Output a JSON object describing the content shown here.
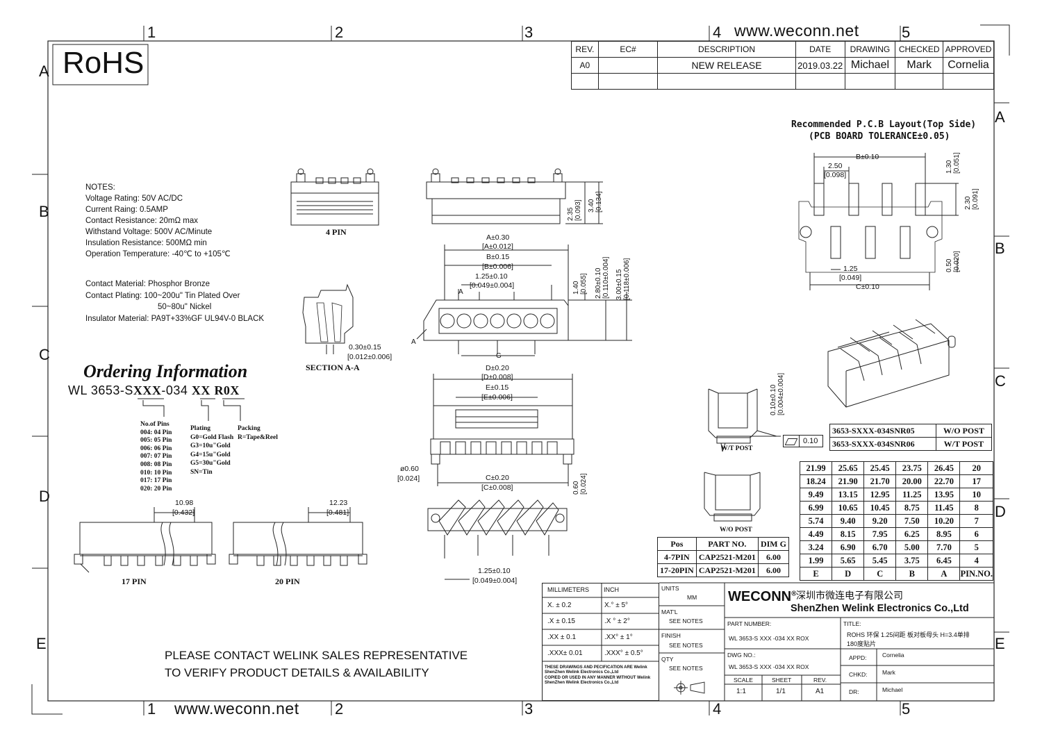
{
  "website": "www.weconn.net",
  "grid": {
    "cols": [
      "1",
      "2",
      "3",
      "4",
      "5"
    ],
    "rows": [
      "A",
      "B",
      "C",
      "D",
      "E"
    ]
  },
  "rohs_label": "RoHS",
  "revision_table": {
    "headers": [
      "REV.",
      "EC#",
      "DESCRIPTION",
      "DATE",
      "DRAWING",
      "CHECKED",
      "APPROVED"
    ],
    "row": [
      "A0",
      "",
      "NEW RELEASE",
      "2019.03.22",
      "Michael",
      "Mark",
      "Cornelia"
    ]
  },
  "notes": {
    "title": "NOTES:",
    "lines": [
      "Voltage Rating: 50V AC/DC",
      "Current Raing: 0.5AMP",
      "Contact Resistance: 20mΩ max",
      "Withstand Voltage: 500V AC/Minute",
      "Insulation Resistance: 500MΩ min",
      "Operation Temperature: -40℃ to +105℃"
    ],
    "material_lines": [
      "Contact Material: Phosphor Bronze",
      "Contact Plating: 100~200u\" Tin Plated Over",
      "50~80u\" Nickel",
      "Insulator Material: PA9T+33%GF UL94V-0 BLACK"
    ]
  },
  "ordering": {
    "title": "Ordering Information",
    "code": "WL 3653-SXXX-034 XX R0X",
    "code_parts": [
      "WL 3653-S",
      "XXX",
      "-034 ",
      "XX",
      " ",
      "R0X"
    ],
    "no_of_pins_title": "No.of Pins",
    "pins": [
      "004: 04 Pin",
      "005: 05 Pin",
      "006: 06 Pin",
      "007: 07 Pin",
      "008: 08 Pin",
      "010: 10 Pin",
      "017: 17 Pin",
      "020: 20 Pin"
    ],
    "plating_title": "Plating",
    "plating": [
      "G0=Gold Flash",
      "G3=10u\"Gold",
      "G4=15u\"Gold",
      "G5=30u\"Gold",
      "SN=Tin"
    ],
    "packing_title": "Packing",
    "packing": [
      "R=Tape&Reel"
    ]
  },
  "views": {
    "four_pin": "4 PIN",
    "seventeen_pin": "17 PIN",
    "twenty_pin": "20 PIN",
    "section": "SECTION A-A",
    "wt_post": "W/T POST",
    "wo_post": "W/O POST",
    "section_marker": "A"
  },
  "dimensions": {
    "d_2_35": "2.35",
    "d_2_35_in": "[0.093]",
    "d_3_40": "3.40",
    "d_3_40_in": "[0.134]",
    "a": "A±0.30",
    "a_in": "[A±0.012]",
    "b": "B±0.15",
    "b_in": "[B±0.006]",
    "p125": "1.25±0.10",
    "p125_in": "[0.049±0.004]",
    "d_1_40": "1.40",
    "d_1_40_in": "[0.055]",
    "d_2_80": "2.80±0.10",
    "d_2_80_in": "[0.110±0.004]",
    "d_3_00": "3.00±0.15",
    "d_3_00_in": "[0.118±0.006]",
    "g": "G",
    "d_0_30": "0.30±0.15",
    "d_0_30_in": "[0.012±0.006]",
    "d": "D±0.20",
    "d_in": "[D±0.008]",
    "e": "E±0.15",
    "e_in": "[E±0.006]",
    "c": "C±0.20",
    "c_in": "[C±0.008]",
    "phi_060": "ø0.60",
    "phi_060_in": "[0.024]",
    "d_0_60": "0.60",
    "d_0_60_in": "[0.024]",
    "d_10_98": "10.98",
    "d_10_98_in": "[0.432]",
    "d_12_23": "12.23",
    "d_12_23_in": "[0.481]",
    "p125_bottom": "1.25±0.10",
    "p125_bottom_in": "[0.049±0.004]",
    "d_0_10": "0.10±0.10",
    "d_0_10_in": "[0.004±0.004]",
    "flatness": "0.10"
  },
  "pcb": {
    "title1": "Recommended P.C.B Layout(Top Side)",
    "title2": "(PCB BOARD TOLERANCE±0.05)",
    "b": "B±0.10",
    "d_2_50": "2.50",
    "d_2_50_in": "[0.098]",
    "d_1_30": "1.30",
    "d_1_30_in": "[0.051]",
    "d_2_30": "2.30",
    "d_2_30_in": "[0.091]",
    "d_1_25": "1.25",
    "d_1_25_in": "[0.049]",
    "c": "C±0.10",
    "d_0_50": "0.50",
    "d_0_50_in": "[0.020]"
  },
  "post_table": [
    [
      "3653-SXXX-034SNR05",
      "W/O POST"
    ],
    [
      "3653-SXXX-034SNR06",
      "W/T POST"
    ]
  ],
  "dim_table": {
    "rows": [
      [
        "21.99",
        "25.65",
        "25.45",
        "23.75",
        "26.45",
        "20"
      ],
      [
        "18.24",
        "21.90",
        "21.70",
        "20.00",
        "22.70",
        "17"
      ],
      [
        "9.49",
        "13.15",
        "12.95",
        "11.25",
        "13.95",
        "10"
      ],
      [
        "6.99",
        "10.65",
        "10.45",
        "8.75",
        "11.45",
        "8"
      ],
      [
        "5.74",
        "9.40",
        "9.20",
        "7.50",
        "10.20",
        "7"
      ],
      [
        "4.49",
        "8.15",
        "7.95",
        "6.25",
        "8.95",
        "6"
      ],
      [
        "3.24",
        "6.90",
        "6.70",
        "5.00",
        "7.70",
        "5"
      ],
      [
        "1.99",
        "5.65",
        "5.45",
        "3.75",
        "6.45",
        "4"
      ]
    ],
    "footer": [
      "E",
      "D",
      "C",
      "B",
      "A",
      "PIN.NO."
    ]
  },
  "part_table": {
    "headers": [
      "Pos",
      "PART NO.",
      "DIM G"
    ],
    "rows": [
      [
        "4-7PIN",
        "CAP2521-M201",
        "6.00"
      ],
      [
        "17-20PIN",
        "CAP2521-M201",
        "6.00"
      ]
    ]
  },
  "tolerance": {
    "mm_title": "MILLIMETERS",
    "inch_title": "INCH",
    "mm": [
      "X.  ±  0.2",
      ".X  ± 0.15",
      ".XX  ± 0.1",
      ".XXX± 0.01"
    ],
    "inch": [
      "X.°  ±  5°",
      ".X °  ± 2°",
      ".XX° ± 1°",
      ".XXX° ± 0.5°"
    ],
    "disclaimer": [
      "THESE DRAWINGS AND PECIFICATION  ARE Welink",
      "ShenZhen Welink Electronics Co.,Ltd",
      " COPIED OR USED IN ANY MANNER WITHOUT Welink",
      "ShenZhen Welink Electronics Co.,Ltd"
    ]
  },
  "title_block": {
    "units_label": "UNITS",
    "units": "MM",
    "matl_label": "MAT'L",
    "matl": "SEE NOTES",
    "finish_label": "FINISH",
    "finish": "SEE NOTES",
    "qty_label": "QTY",
    "qty": "SEE NOTES",
    "brand": "WECONN",
    "reg": "®",
    "company_cn": "深圳市微连电子有限公司",
    "company_en": "ShenZhen Welink Electronics Co.,Ltd",
    "part_number_label": "PART NUMBER:",
    "part_number": "WL 3653-S XXX -034 XX ROX",
    "dwg_label": "DWG NO.:",
    "dwg": "WL 3653-S XXX -034 XX ROX",
    "scale_label": "SCALE",
    "scale": "1:1",
    "sheet_label": "SHEET",
    "sheet": "1/1",
    "rev_label": "REV.",
    "rev": "A1",
    "title_label": "TITLE:",
    "title_line1": "ROHS 环保 1.25间距 板对板母头 H=3.4单排",
    "title_line2": "180度贴片",
    "appd_label": "APPD:",
    "appd": "Cornelia",
    "chkd_label": "CHKD:",
    "chkd": "Mark",
    "dr_label": "DR:",
    "dr": "Michael"
  },
  "contact_notice": [
    "PLEASE CONTACT WELINK SALES REPRESENTATIVE",
    "TO VERIFY PRODUCT DETAILS & AVAILABILITY"
  ]
}
